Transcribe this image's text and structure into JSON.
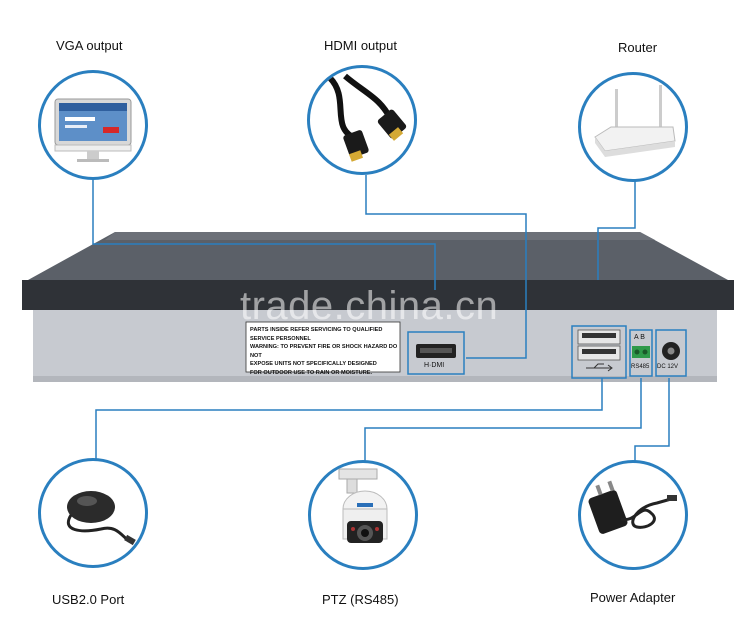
{
  "labels": {
    "vga": "VGA output",
    "hdmi": "HDMI output",
    "router": "Router",
    "usb": "USB2.0 Port",
    "ptz": "PTZ (RS485)",
    "power": "Power Adapter"
  },
  "device": {
    "warning_lines": [
      "PARTS INSIDE REFER SERVICING TO QUALIFIED",
      "SERVICE PERSONNEL",
      "WARNING: TO PREVENT FIRE OR SHOCK HAZARD DO NOT",
      "EXPOSE UNITS NOT SPECIFICALLY DESIGNED",
      "FOR OUTDOOR USE TO RAIN OR MOISTURE."
    ],
    "hdmi_port_label": "H·DMI",
    "rs485_ab": "A  B",
    "rs485_label": "RS485",
    "dc_label": "DC 12V",
    "watermark": "trade.china.cn"
  },
  "colors": {
    "accent": "#2a7fbf",
    "chassis_top": "#5a5e66",
    "chassis_face": "#c9ccd2"
  },
  "icons": [
    "monitor-icon",
    "hdmi-cable-icon",
    "router-icon",
    "mouse-icon",
    "ptz-camera-icon",
    "power-adapter-icon"
  ]
}
